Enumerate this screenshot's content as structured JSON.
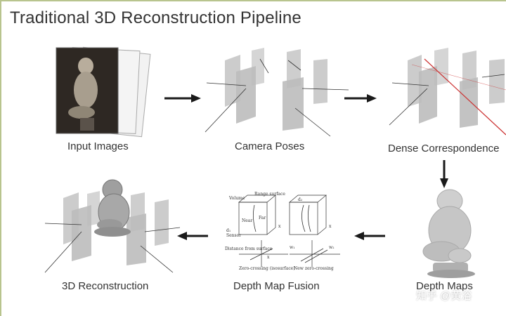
{
  "title": "Traditional 3D Reconstruction Pipeline",
  "stages": {
    "input_images": "Input Images",
    "camera_poses": "Camera Poses",
    "dense_correspondence": "Dense Correspondence",
    "depth_maps": "Depth Maps",
    "depth_map_fusion": "Depth Map Fusion",
    "reconstruction": "3D Reconstruction"
  },
  "fusion_figure": {
    "volume": "Volume",
    "range_surface": "Range surface",
    "near": "Near",
    "far": "Far",
    "x": "x",
    "sensor": "Sensor",
    "distance_from_surface": "Distance from surface",
    "zero_crossing": "Zero-crossing (isosurface)",
    "new_zero_crossing": "New zero-crossing",
    "d1": "d₁",
    "d2": "d₂",
    "w1": "w₁",
    "w2": "w₂"
  },
  "watermark": "知乎 @黄浴",
  "colors": {
    "title": "#333333",
    "arrow": "#1a1a1a",
    "correspondence_line": "#cc3333",
    "frame_accent": "#b8c48e"
  }
}
